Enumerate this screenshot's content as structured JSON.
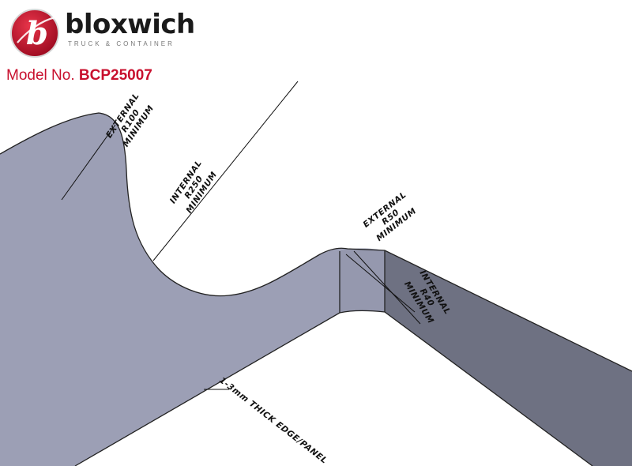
{
  "brand": {
    "name": "bloxwich",
    "tagline": "TRUCK & CONTAINER",
    "red": "#c8102e",
    "logo_letter": "b"
  },
  "model": {
    "label": "Model No.",
    "number": "BCP25007"
  },
  "panel_colors": {
    "main_face": "#9c9fb5",
    "right_face": "#6e7182",
    "edge_strip": "#9598ae",
    "outline": "#222222"
  },
  "annotations": {
    "external_r100": [
      "EXTERNAL",
      "R100",
      "MINIMUM"
    ],
    "internal_r250": [
      "INTERNAL",
      "R250",
      "MINIMUM"
    ],
    "external_r50": [
      "EXTERNAL",
      "R50",
      "MINIMUM"
    ],
    "internal_r40": [
      "INTERNAL",
      "R40",
      "MINIMUM"
    ],
    "thickness": "1-3mm THICK EDGE/PANEL"
  }
}
